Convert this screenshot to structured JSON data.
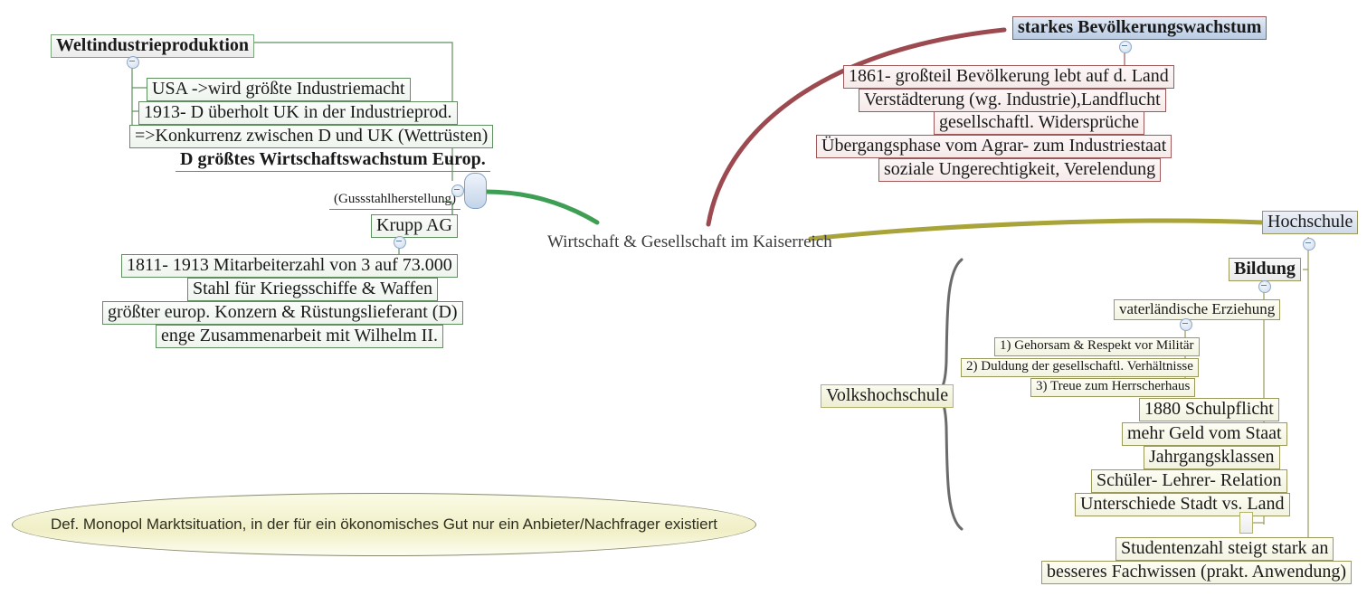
{
  "center": {
    "title": "Wirtschaft & Gesellschaft im Kaiserreich",
    "node_label": ""
  },
  "branches": {
    "industry": {
      "accent": "#5f8f5f",
      "root": "Weltindustrieproduktion",
      "children": [
        "USA ->wird größte Industriemacht",
        "1913- D überholt  UK in der Industrieprod.",
        "=>Konkurrenz zwischen D und UK (Wettrüsten)"
      ],
      "highlight": "D größtes Wirtschaftswachstum Europ.",
      "krupp_note": "(Gussstahlherstellung)",
      "krupp": "Krupp AG",
      "krupp_children": [
        "1811- 1913 Mitarbeiterzahl von 3 auf 73.000",
        "Stahl für Kriegsschiffe & Waffen",
        "größter europ. Konzern & Rüstungslieferant (D)",
        "enge Zusammenarbeit mit Wilhelm II."
      ]
    },
    "population": {
      "accent": "#9e5a5a",
      "root": "starkes Bevölkerungswachstum",
      "children": [
        "1861- großteil Bevölkerung lebt auf d. Land",
        "Verstädterung (wg. Industrie),Landflucht",
        "gesellschaftl. Widersprüche",
        "Übergangsphase vom Agrar- zum Industriestaat",
        "soziale Ungerechtigkeit, Verelendung"
      ]
    },
    "education": {
      "accent": "#9a9a5c",
      "root": "Hochschule",
      "bildung": "Bildung",
      "volkshochschule": "Volkshochschule",
      "erziehung": "vaterländische Erziehung",
      "erziehung_children": [
        "1) Gehorsam & Respekt vor Militär",
        "2) Duldung der gesellschaftl. Verhältnisse",
        "3) Treue zum Herrscherhaus"
      ],
      "bildung_children": [
        "1880 Schulpflicht",
        "mehr Geld vom Staat",
        "Jahrgangsklassen",
        "Schüler- Lehrer- Relation",
        "Unterschiede Stadt vs. Land",
        ""
      ],
      "hochschule_children": [
        "Studentenzahl steigt stark an",
        "besseres Fachwissen (prakt. Anwendung)"
      ]
    }
  },
  "note": {
    "text": "Def. Monopol Marktsituation, in der für ein ökonomisches Gut nur ein Anbieter/Nachfrager existiert"
  }
}
